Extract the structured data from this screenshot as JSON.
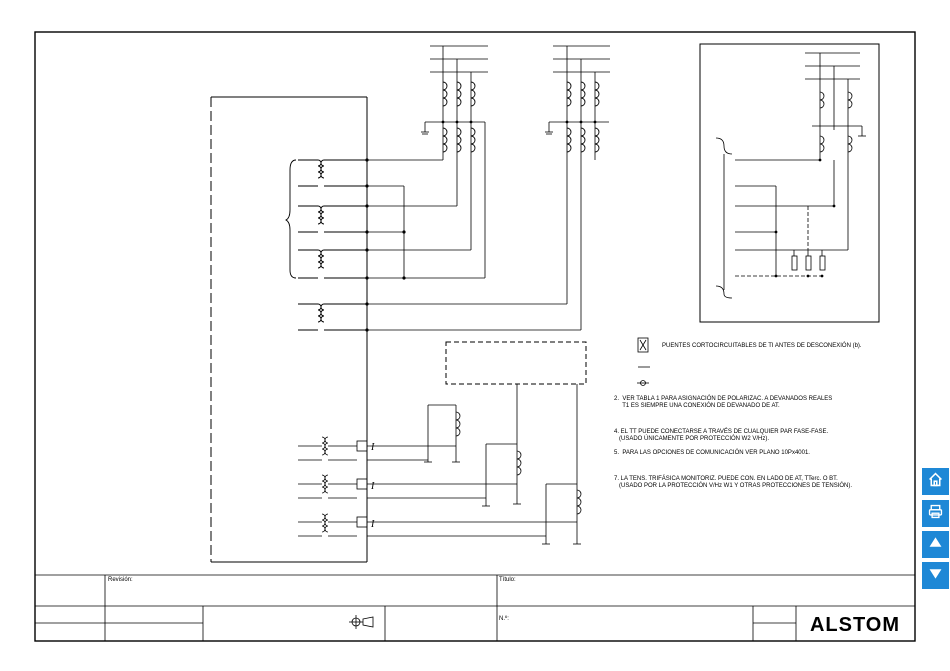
{
  "notes": {
    "legend_short": "PUENTES CORTOCIRCUITABLES DE TI ANTES DE DESCONEXIÓN (b).",
    "note2": "2.  VER TABLA 1 PARA ASIGNACIÓN DE POLARIZAC. A DEVANADOS REALES\n     T1 ES SIEMPRE UNA CONEXIÓN DE DEVANADO DE AT.",
    "note4": "4. EL TT PUEDE CONECTARSE A TRAVÉS DE CUALQUIER PAR FASE-FASE.\n   (USADO ÚNICAMENTE POR PROTECCIÓN W2 V/Hz).",
    "note5": "5.  PARA LAS OPCIONES DE COMUNICACIÓN VER PLANO 10Px4001.",
    "note7": "7. LA TENS. TRIFÁSICA MONITORIZ. PUEDE CON. EN LADO DE AT, TTerc. O BT.\n   (USADO POR LA PROTECCIÓN V/Hz W1 Y OTRAS PROTECCIONES DE TENSIÓN)."
  },
  "title_block": {
    "revision_label": "Revisión:",
    "title_label": "Título:",
    "number_label": "N.º:",
    "logo_text": "ALSTOM"
  },
  "nav": {
    "home_icon": "home-icon",
    "print_icon": "printer-icon",
    "up_icon": "arrow-up-icon",
    "down_icon": "arrow-down-icon",
    "accent_color": "#1e88d6"
  }
}
